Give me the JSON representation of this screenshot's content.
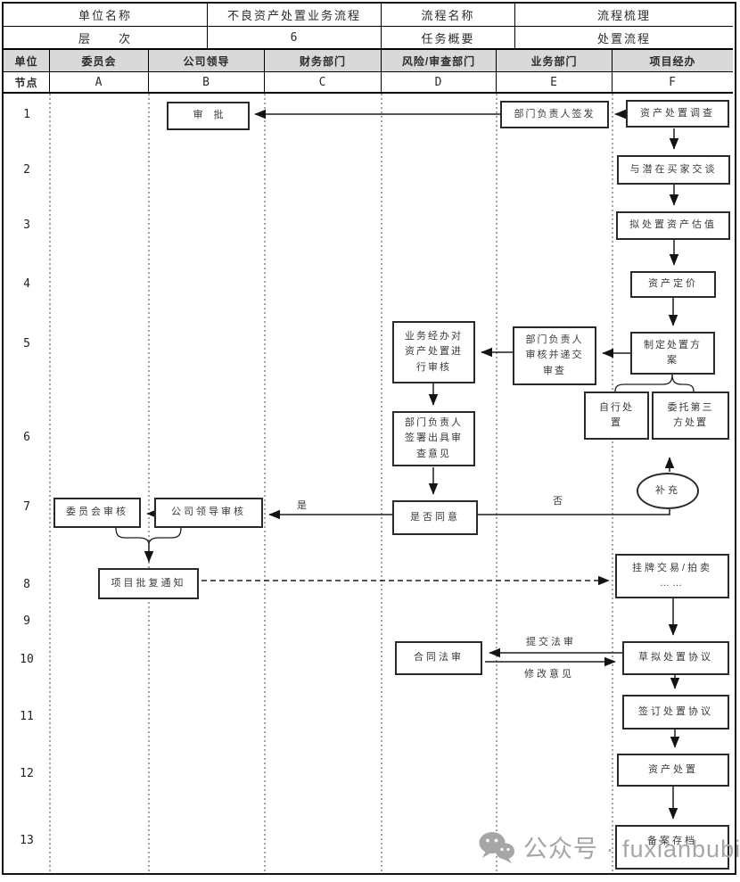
{
  "meta": {
    "unit_name_label": "单位名称",
    "unit_name_value": "不良资产处置业务流程",
    "flow_name_label": "流程名称",
    "flow_name_value": "流程梳理",
    "level_label": "层　　次",
    "level_value": "6",
    "task_label": "任务概要",
    "task_value": "处置流程"
  },
  "lane_header": {
    "unit": "单位",
    "node": "节点",
    "lanes": [
      {
        "name": "委员会",
        "node": "A"
      },
      {
        "name": "公司领导",
        "node": "B"
      },
      {
        "name": "财务部门",
        "node": "C"
      },
      {
        "name": "风险/审查部门",
        "node": "D"
      },
      {
        "name": "业务部门",
        "node": "E"
      },
      {
        "name": "项目经办",
        "node": "F"
      }
    ]
  },
  "row_numbers": [
    "1",
    "2",
    "3",
    "4",
    "5",
    "6",
    "7",
    "8",
    "9",
    "10",
    "11",
    "12",
    "13"
  ],
  "nodes": {
    "approve": {
      "label": "审批"
    },
    "sign_issue": {
      "label": "部门负责人签发"
    },
    "investigate": {
      "label": "资产处置调查"
    },
    "negotiate": {
      "label": "与潜在买家交谈"
    },
    "valuation": {
      "label": "拟处置资产估值"
    },
    "pricing": {
      "label": "资产定价"
    },
    "plan": {
      "label": "制定处置方案"
    },
    "review_submit": {
      "label": "部门负责人审核并递交审查"
    },
    "biz_review": {
      "label": "业务经办对资产处置进行审核"
    },
    "self_dispose": {
      "label": "自行处置"
    },
    "third_party": {
      "label": "委托第三方处置"
    },
    "sign_opinion": {
      "label": "部门负责人签署出具审查意见"
    },
    "supplement": {
      "label": "补充"
    },
    "agree": {
      "label": "是否同意"
    },
    "committee": {
      "label": "委员会审核"
    },
    "leader_review": {
      "label": "公司领导审核"
    },
    "notice": {
      "label": "项目批复通知"
    },
    "listing": {
      "label": "挂牌交易/拍卖",
      "label2": "……"
    },
    "legal": {
      "label": "合同法审"
    },
    "draft": {
      "label": "草拟处置协议"
    },
    "sign_agreement": {
      "label": "签订处置协议"
    },
    "dispose": {
      "label": "资产处置"
    },
    "archive": {
      "label": "备案存档"
    }
  },
  "edge_labels": {
    "yes": "是",
    "no": "否",
    "submit_legal": "提交法审",
    "revise": "修改意见"
  },
  "watermark": {
    "text": "公众号 · fuxianbubin"
  },
  "colors": {
    "header_bg": "#d9d9d9",
    "line": "#1c1c1c",
    "box_border": "#2a2a2a",
    "text": "#3a3a3a",
    "watermark": "#a6a6a6"
  }
}
